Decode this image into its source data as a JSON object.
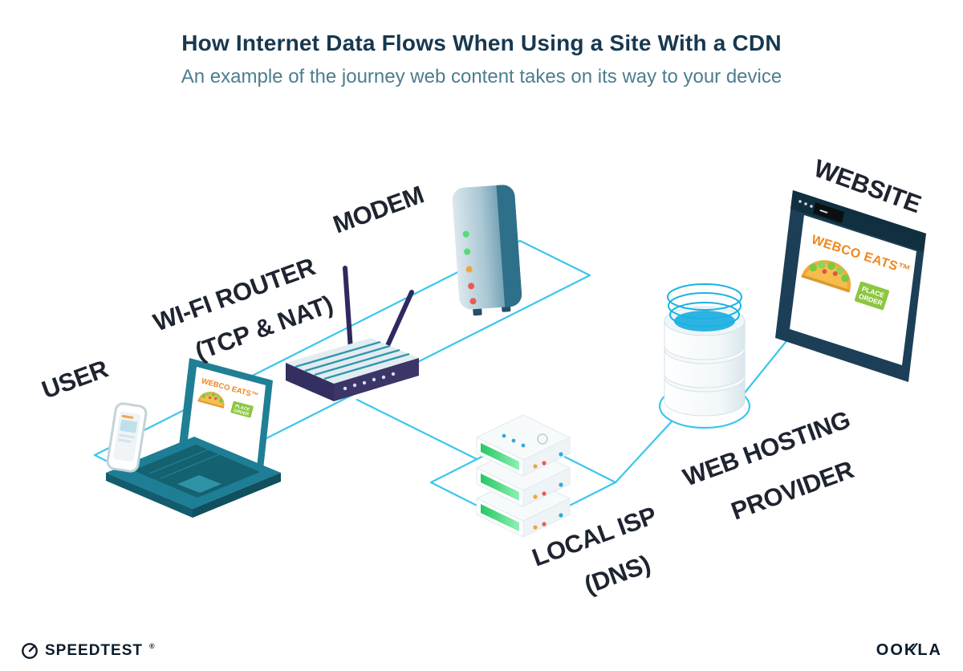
{
  "header": {
    "title": "How Internet Data Flows When Using a Site With a CDN",
    "subtitle": "An example of the journey web content takes on its way to your device"
  },
  "nodes": {
    "user": {
      "label": "USER"
    },
    "router": {
      "label": "WI-FI ROUTER",
      "sublabel": "(TCP & NAT)"
    },
    "modem": {
      "label": "MODEM"
    },
    "isp": {
      "label": "LOCAL ISP",
      "sublabel": "(DNS)"
    },
    "hosting": {
      "label": "WEB HOSTING",
      "sublabel": "PROVIDER"
    },
    "website": {
      "label": "WEBSITE"
    }
  },
  "webco": {
    "brand": "WEBCO EATS™",
    "order_line1": "PLACE",
    "order_line2": "ORDER"
  },
  "footer": {
    "speedtest": "SPEEDTEST",
    "speedtest_mark": "®",
    "ookla": "OOKLA"
  },
  "colors": {
    "link_cyan": "#3cc6ee",
    "device_teal": "#1e7e95",
    "router_indigo": "#332f60",
    "label_dark": "#1e2430",
    "title_navy": "#17384f",
    "subtitle_teal": "#4c7d8f",
    "brand_orange": "#f0861e",
    "button_green": "#8cc63f",
    "led_green": "#55dd6e",
    "led_orange": "#f2a33c",
    "led_red": "#ea5a4f",
    "db_blue": "#2db3e2"
  }
}
